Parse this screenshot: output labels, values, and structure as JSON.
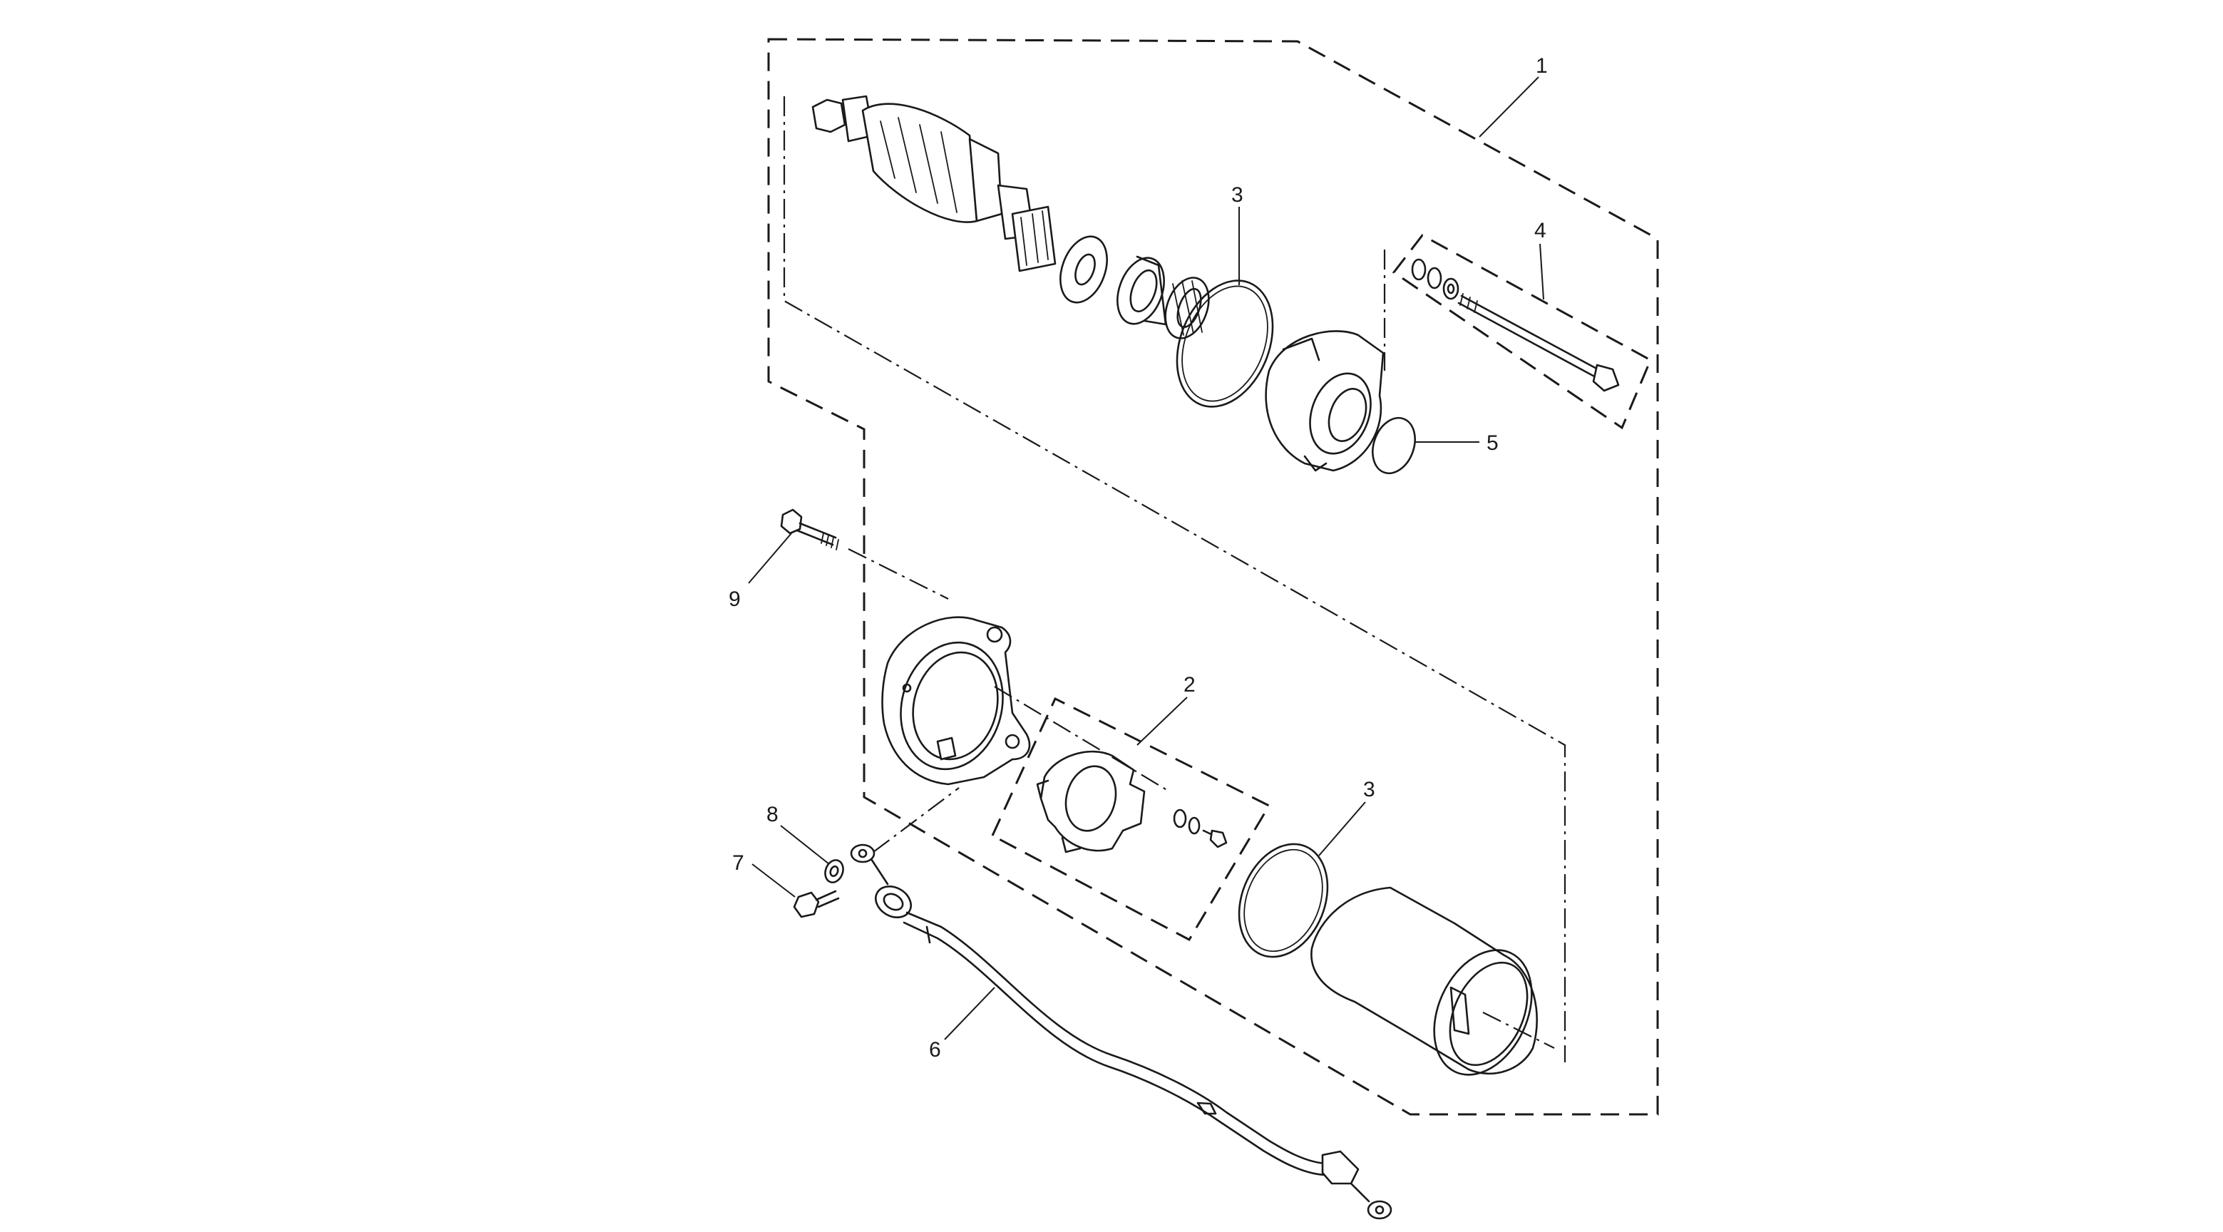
{
  "callouts": [
    {
      "id": "1",
      "text": "1"
    },
    {
      "id": "2",
      "text": "2"
    },
    {
      "id": "3a",
      "text": "3"
    },
    {
      "id": "3b",
      "text": "3"
    },
    {
      "id": "4",
      "text": "4"
    },
    {
      "id": "5",
      "text": "5"
    },
    {
      "id": "6",
      "text": "6"
    },
    {
      "id": "7",
      "text": "7"
    },
    {
      "id": "8",
      "text": "8"
    },
    {
      "id": "9",
      "text": "9"
    }
  ],
  "colors": {
    "ink": "#1a1a1a",
    "background": "#ffffff"
  }
}
